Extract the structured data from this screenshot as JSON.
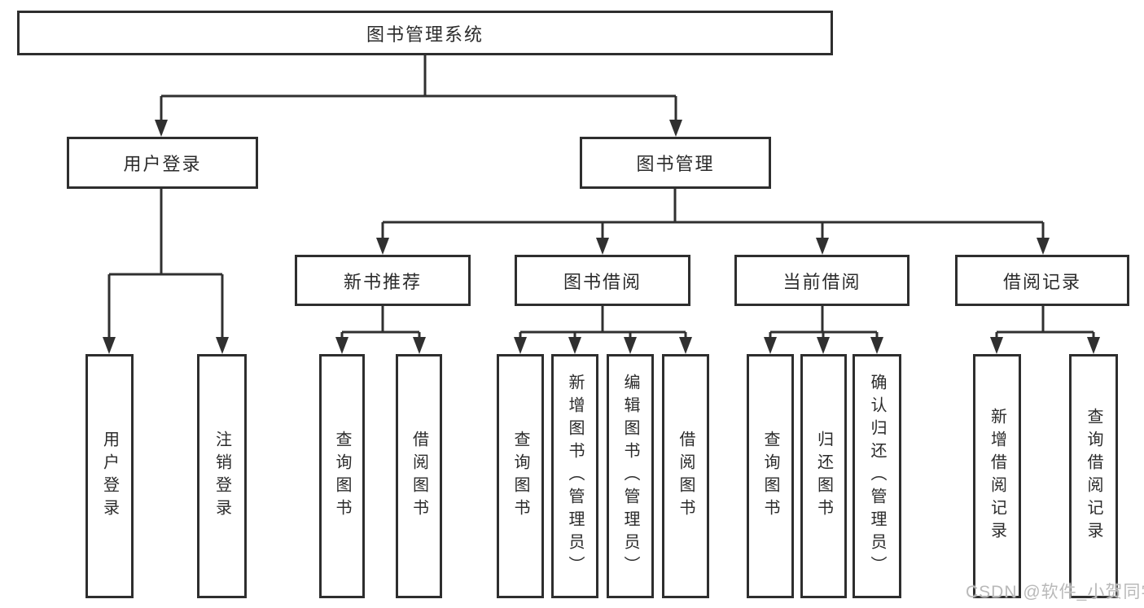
{
  "tree": {
    "label": "图书管理系统",
    "children": [
      {
        "label": "用户登录",
        "children": [
          {
            "label": "用户登录"
          },
          {
            "label": "注销登录"
          }
        ]
      },
      {
        "label": "图书管理",
        "children": [
          {
            "label": "新书推荐",
            "children": [
              {
                "label": "查询图书"
              },
              {
                "label": "借阅图书"
              }
            ]
          },
          {
            "label": "图书借阅",
            "children": [
              {
                "label": "查询图书"
              },
              {
                "label": "新增图书（管理员）"
              },
              {
                "label": "编辑图书（管理员）"
              },
              {
                "label": "借阅图书"
              }
            ]
          },
          {
            "label": "当前借阅",
            "children": [
              {
                "label": "查询图书"
              },
              {
                "label": "归还图书"
              },
              {
                "label": "确认归还（管理员）"
              }
            ]
          },
          {
            "label": "借阅记录",
            "children": [
              {
                "label": "新增借阅记录"
              },
              {
                "label": "查询借阅记录"
              }
            ]
          }
        ]
      }
    ]
  },
  "watermark": {
    "text": "CSDN @软件_小贺同学"
  },
  "colors": {
    "line": "#303030",
    "border": "#2e2e2e",
    "text": "#2b2b2b",
    "watermark": "#b9b9b9"
  }
}
